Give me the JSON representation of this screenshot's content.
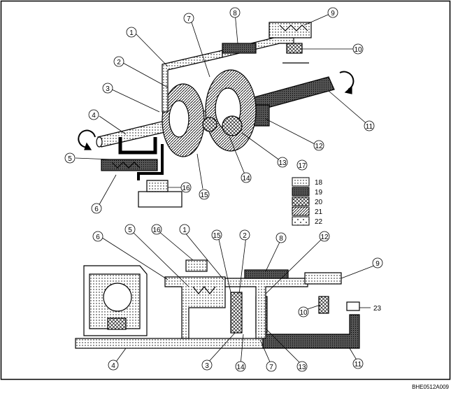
{
  "figure_code": "BHE0512A009",
  "callouts": {
    "c1": "1",
    "c2": "2",
    "c3": "3",
    "c4": "4",
    "c5": "5",
    "c6": "6",
    "c7": "7",
    "c8": "8",
    "c9": "9",
    "c10": "10",
    "c11": "11",
    "c12": "12",
    "c13": "13",
    "c14": "14",
    "c15": "15",
    "c16": "16",
    "c17": "17",
    "c23": "23"
  },
  "schematic_callouts": {
    "s1": "1",
    "s2": "2",
    "s3": "3",
    "s4": "4",
    "s5": "5",
    "s6": "6",
    "s7": "7",
    "s8": "8",
    "s9": "9",
    "s10": "10",
    "s11": "11",
    "s12": "12",
    "s13": "13",
    "s14": "14",
    "s15": "15",
    "s16": "16"
  },
  "legend": [
    {
      "label": "18",
      "pattern": "dots"
    },
    {
      "label": "19",
      "pattern": "dark"
    },
    {
      "label": "20",
      "pattern": "cross"
    },
    {
      "label": "21",
      "pattern": "hatch"
    },
    {
      "label": "22",
      "pattern": "sparse"
    }
  ],
  "colors": {
    "ink": "#000000",
    "paper": "#ffffff",
    "dark_fill": "#555555"
  }
}
